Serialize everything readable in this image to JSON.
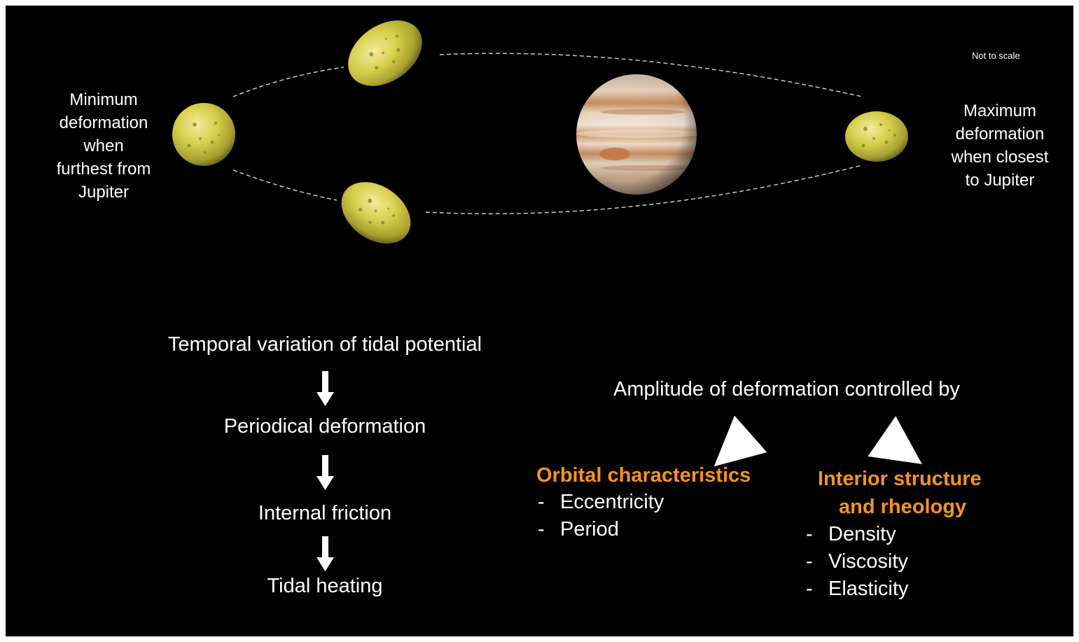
{
  "note": "Not to scale",
  "min_label": [
    "Minimum",
    "deformation",
    "when",
    "furthest from",
    "Jupiter"
  ],
  "max_label": [
    "Maximum",
    "deformation",
    "when closest",
    "to Jupiter"
  ],
  "chain": [
    "Temporal variation of tidal potential",
    "Periodical deformation",
    "Internal friction",
    "Tidal heating"
  ],
  "amplitude_title": "Amplitude of deformation controlled by",
  "orbital": {
    "title": "Orbital characteristics",
    "items": [
      "Eccentricity",
      "Period"
    ]
  },
  "interior": {
    "title_line1": "Interior structure",
    "title_line2": "and rheology",
    "items": [
      "Density",
      "Viscosity",
      "Elasticity"
    ]
  },
  "dash": "-",
  "colors": {
    "background": "#000000",
    "text": "#ffffff",
    "accent": "#f7931e",
    "io": "#d8d24a",
    "jupiter": "#e2b98e"
  },
  "icons": [
    "io-moon-icon",
    "jupiter-icon",
    "arrow-down-icon",
    "arrow-diagonal-icon"
  ]
}
